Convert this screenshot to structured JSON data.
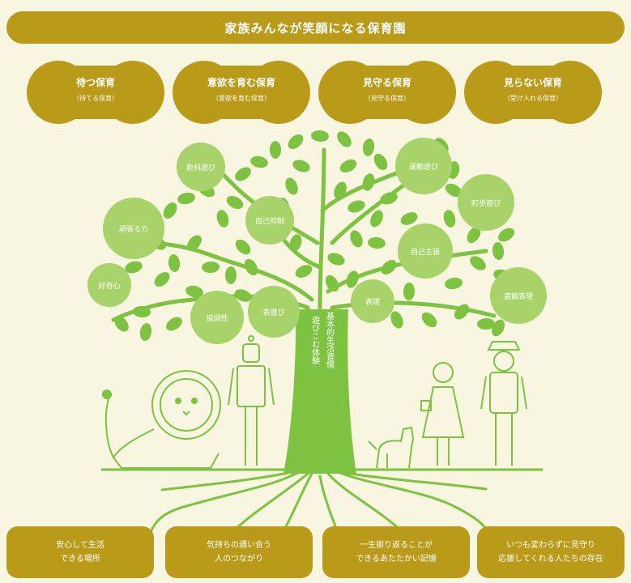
{
  "header": {
    "title": "家族みんなが笑顔になる保育園"
  },
  "clouds": [
    {
      "title": "待つ保育",
      "sub": "（待てる保育）"
    },
    {
      "title": "意欲を育む保育",
      "sub": "（意欲を育む保育）"
    },
    {
      "title": "見守る保育",
      "sub": "（見守る保育）"
    },
    {
      "title": "見らない保育",
      "sub": "（受け入れる保育）"
    }
  ],
  "bubbles": [
    {
      "label": "数科遊び"
    },
    {
      "label": "頑張る力"
    },
    {
      "label": "自己抑制"
    },
    {
      "label": "好奇心"
    },
    {
      "label": "協調性"
    },
    {
      "label": "表遊び"
    },
    {
      "label": "運動遊び"
    },
    {
      "label": "自己主張"
    },
    {
      "label": "町歩遊び"
    },
    {
      "label": "表現"
    },
    {
      "label": "直観表現"
    }
  ],
  "trunk": {
    "line1": "基本的生活習慣",
    "line2": "遊びこむ体験"
  },
  "footer": [
    {
      "line1": "安心して生活",
      "line2": "できる場所"
    },
    {
      "line1": "気持ちの通い合う",
      "line2": "人のつながり"
    },
    {
      "line1": "一生振り返ることが",
      "line2": "できるあたたかい記憶"
    },
    {
      "line1": "いつも変わらずに見守り",
      "line2": "応援してくれる人たちの存在"
    }
  ],
  "colors": {
    "gold": "#b99a19",
    "green": "#7dc241",
    "light_green": "#a7d36a",
    "background": "#f8f5e1"
  },
  "icons": [
    "lion-icon",
    "robot-icon",
    "dog-icon",
    "girl-icon",
    "man-icon"
  ]
}
